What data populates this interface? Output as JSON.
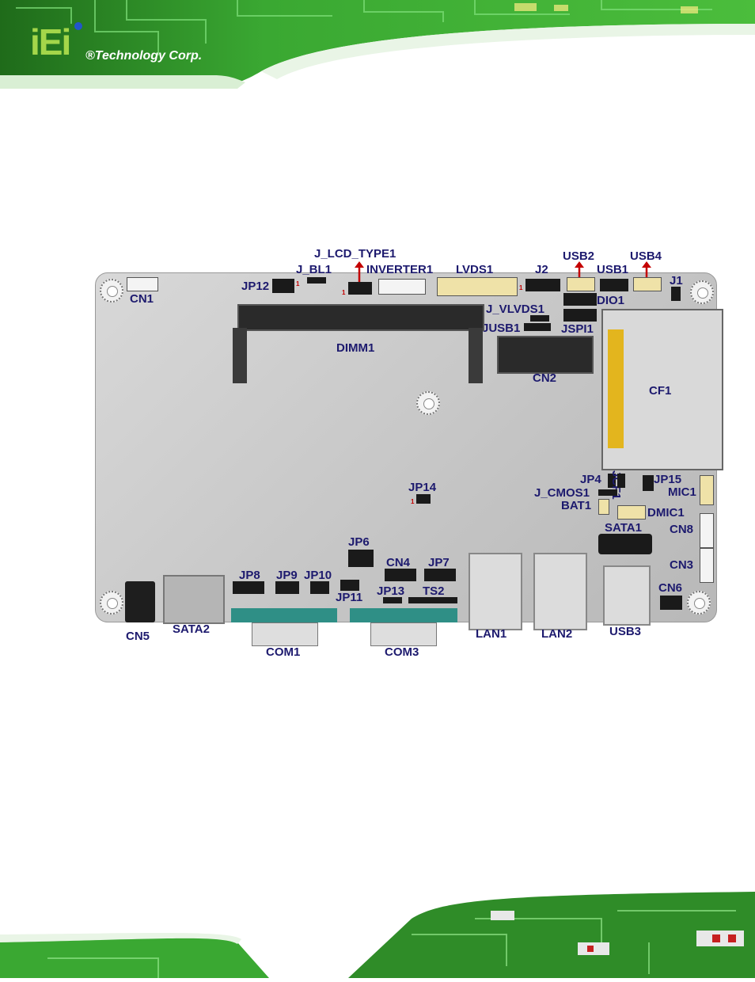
{
  "brand": {
    "logo_text": "iEi",
    "company": "®Technology Corp."
  },
  "labels": {
    "j_lcd_type1": "J_LCD_TYPE1",
    "j_bl1": "J_BL1",
    "inverter1": "INVERTER1",
    "lvds1": "LVDS1",
    "j2": "J2",
    "usb2": "USB2",
    "usb1": "USB1",
    "usb4": "USB4",
    "j1": "J1",
    "jp12": "JP12",
    "cn1": "CN1",
    "dio1": "DIO1",
    "j_vlvds1": "J_VLVDS1",
    "jusb1": "JUSB1",
    "jspi1": "JSPI1",
    "dimm1": "DIMM1",
    "cn2": "CN2",
    "cf1": "CF1",
    "jp4": "JP4",
    "jcf1": "JCF1",
    "jp15": "JP15",
    "mic1": "MIC1",
    "j_cmos1": "J_CMOS1",
    "bat1": "BAT1",
    "dmic1": "DMIC1",
    "jp14": "JP14",
    "sata1": "SATA1",
    "cn8": "CN8",
    "cn3": "CN3",
    "jp6": "JP6",
    "cn4": "CN4",
    "jp7": "JP7",
    "jp8": "JP8",
    "jp9": "JP9",
    "jp10": "JP10",
    "jp11": "JP11",
    "jp13": "JP13",
    "ts2": "TS2",
    "cn6": "CN6",
    "cn5": "CN5",
    "sata2": "SATA2",
    "com1": "COM1",
    "com3": "COM3",
    "lan1": "LAN1",
    "lan2": "LAN2",
    "usb3": "USB3"
  },
  "pin1": "1",
  "colors": {
    "pcb_green": "#3aa832",
    "label": "#1d1a6e",
    "pin1_marker": "#c40000",
    "arrow": "#c40000",
    "board": "#c9c9c9",
    "com_teal": "#2f8f86",
    "cf_gold": "#e3b51e"
  }
}
